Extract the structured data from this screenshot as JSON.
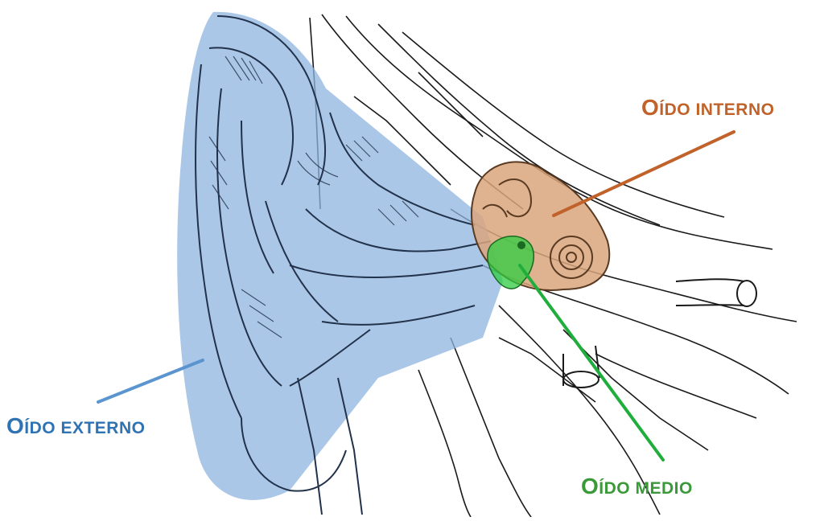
{
  "labels": {
    "interno": {
      "cap": "O",
      "rest": "ÍDO INTERNO",
      "color": "#c0622a"
    },
    "externo": {
      "cap": "O",
      "rest": "ÍDO EXTERNO",
      "color": "#2f73b3"
    },
    "medio": {
      "cap": "O",
      "rest": "ÍDO MEDIO",
      "color": "#3a9a3a"
    }
  },
  "colors": {
    "outer_ear_fill": "#8fb4e0",
    "inner_ear_fill": "#d9a47d",
    "middle_ear_fill": "#2ecc40",
    "line_ink": "#1a1a1a",
    "outer_ink": "#22324a",
    "inner_pointer": "#c0622a",
    "outer_pointer": "#5b95cf",
    "middle_pointer": "#1fae3c"
  }
}
